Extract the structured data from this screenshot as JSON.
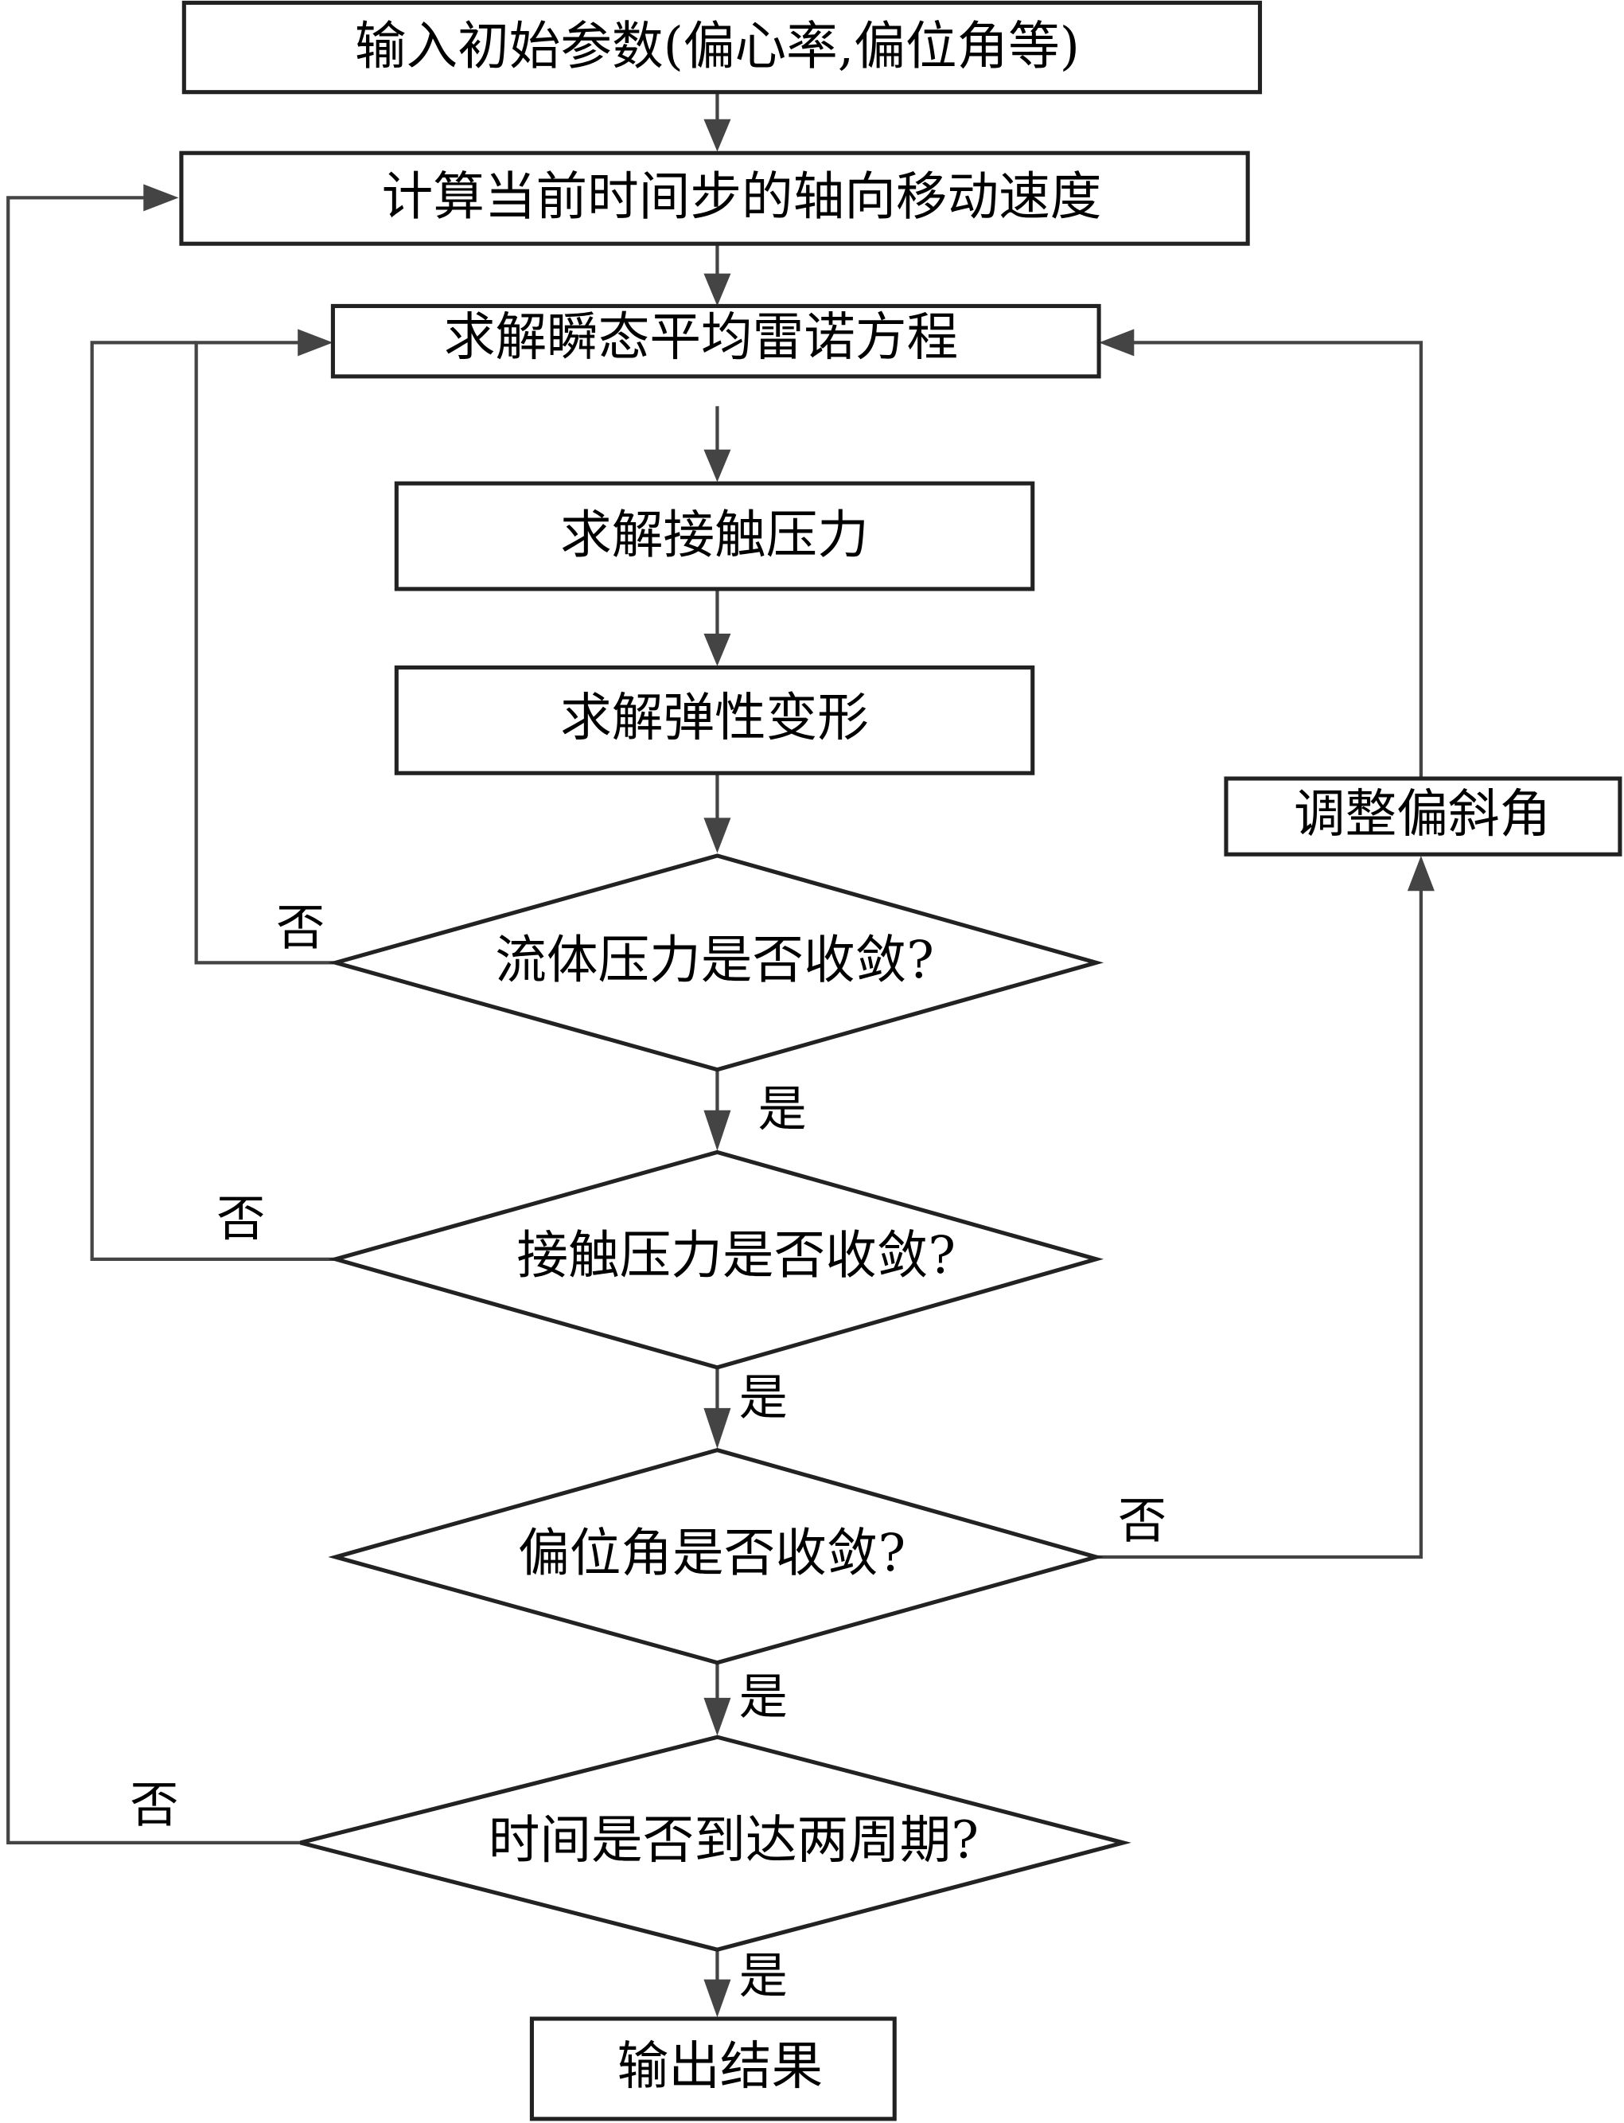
{
  "diagram": {
    "type": "flowchart",
    "nodes": {
      "input": "输入初始参数(偏心率,偏位角等)",
      "calc_velocity": "计算当前时间步的轴向移动速度",
      "solve_reynolds": "求解瞬态平均雷诺方程",
      "solve_contact": "求解接触压力",
      "solve_elastic": "求解弹性变形",
      "fluid_converge": "流体压力是否收敛?",
      "contact_converge": "接触压力是否收敛?",
      "attitude_converge": "偏位角是否收敛?",
      "time_check": "时间是否到达两周期?",
      "adjust_angle": "调整偏斜角",
      "output": "输出结果"
    },
    "labels": {
      "yes": "是",
      "no": "否"
    },
    "colors": {
      "line": "#444444",
      "box_stroke": "#222222",
      "text": "#000000"
    }
  }
}
